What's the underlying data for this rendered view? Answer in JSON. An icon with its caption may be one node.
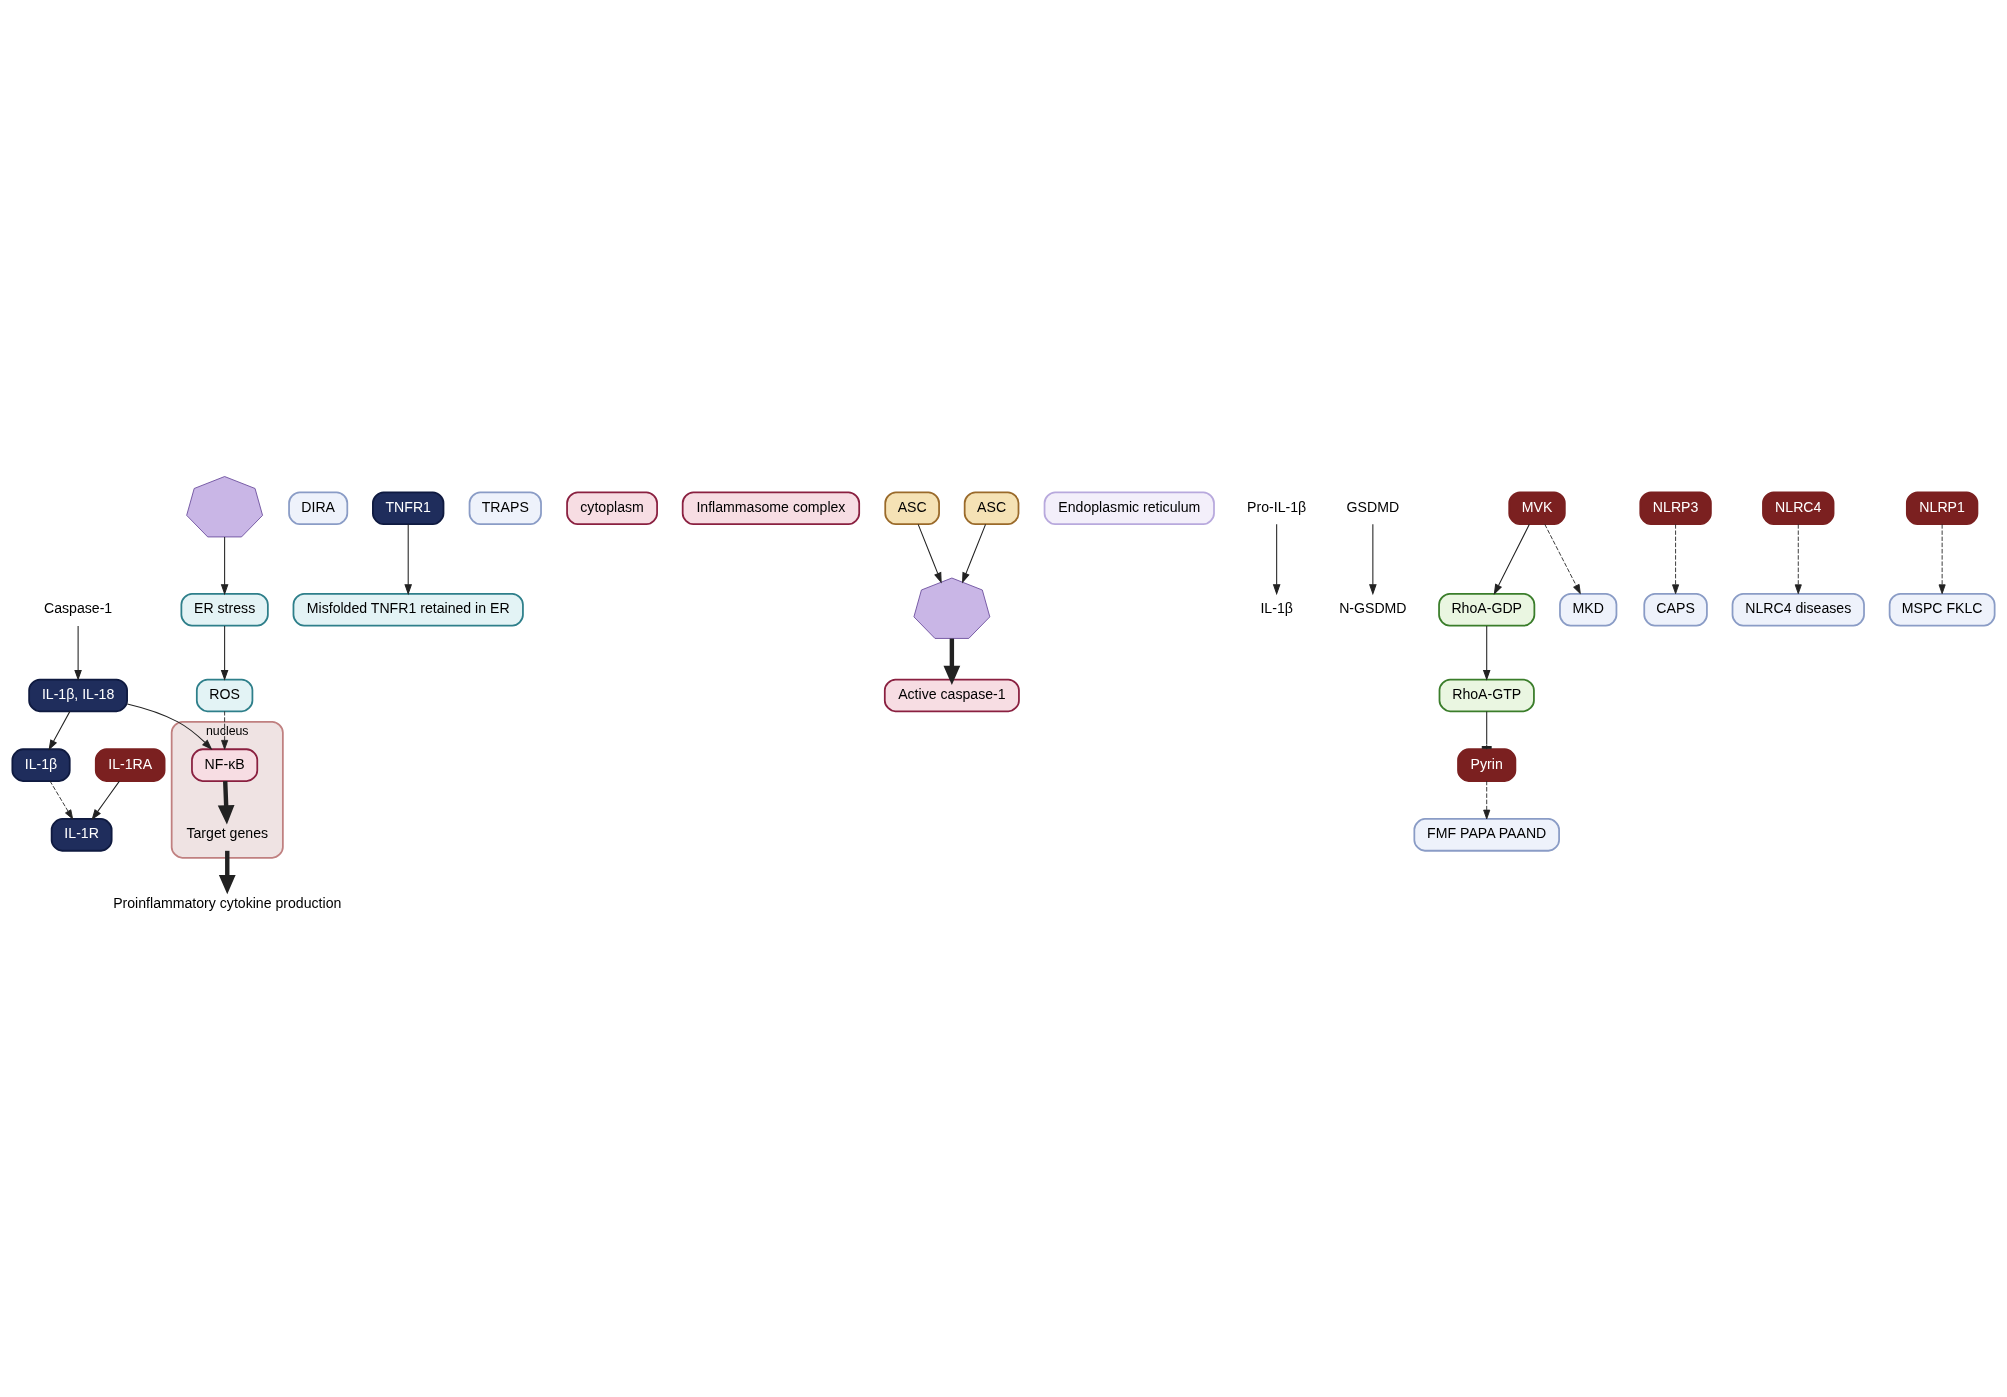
{
  "diagram": {
    "nodes": [
      {
        "text": [
          "IL-1RA"
        ]
      },
      {
        "text": [
          "DIRA"
        ]
      },
      {
        "text": [
          "IL-1R"
        ]
      },
      {
        "text": [
          "TNFR1"
        ]
      },
      {
        "text": [
          "TRAPS"
        ]
      },
      {
        "text": [
          "cytoplasm"
        ]
      },
      {
        "text": [
          "Inflammasome complex"
        ]
      },
      {
        "text": [],
        "shape": "picture"
      },
      {
        "text": [
          "Active caspase-1"
        ]
      },
      {
        "text": [
          "Misfolded TNFR1 retained in ER"
        ]
      },
      {
        "text": [],
        "shape": "picture"
      },
      {
        "text": [
          "Endoplasmic reticulum"
        ]
      },
      {
        "text": [
          "IL-1β"
        ]
      },
      {
        "text": [
          "Pro-IL-1β"
        ]
      },
      {
        "text": [
          "Caspase-1"
        ]
      },
      {
        "text": [
          "N-GSDMD"
        ]
      },
      {
        "text": [
          "GSDMD"
        ]
      },
      {
        "text": [
          "ASC"
        ]
      },
      {
        "text": [
          "Pyrin"
        ]
      },
      {
        "text": [
          "ASC"
        ]
      },
      {
        "text": [
          "NLRP3"
        ]
      },
      {
        "text": [
          "NLRC4"
        ]
      },
      {
        "text": [
          "NLRP1"
        ]
      },
      {
        "text": [
          "FMF PAPA PAAND"
        ]
      },
      {
        "text": [
          "CAPS"
        ]
      },
      {
        "text": [
          "NLRC4 diseases"
        ]
      },
      {
        "text": [
          "MSPC FKLC"
        ]
      },
      {
        "text": [
          "IL-1β, IL-18"
        ]
      },
      {
        "text": [
          "IL-1β"
        ]
      },
      {
        "text": [
          "ER stress"
        ]
      },
      {
        "text": [
          "ROS"
        ]
      },
      {
        "text": [
          "RhoA-GTP"
        ]
      },
      {
        "text": [
          "RhoA-GDP"
        ]
      },
      {
        "text": [
          "MVK"
        ]
      },
      {
        "text": [
          "MKD"
        ]
      },
      {
        "text": [
          "nucleus"
        ]
      },
      {
        "text": [
          "NF-κB"
        ],
        "in": 35
      },
      {
        "text": [
          "Target genes"
        ],
        "in": 35
      },
      {
        "text": [
          "Proinflammatory cytokine production"
        ]
      }
    ],
    "edges": [
      {
        "from": 0,
        "to": 2,
        "arrow": "to"
      },
      {
        "from": 28,
        "to": 2,
        "arrow": "to",
        "style": "dashed"
      },
      {
        "from": 3,
        "to": 9,
        "arrow": "to"
      },
      {
        "from": 10,
        "to": 29,
        "arrow": "to"
      },
      {
        "from": 29,
        "to": 30,
        "arrow": "to"
      },
      {
        "from": 30,
        "to": 36,
        "arrow": "to",
        "style": "dashed"
      },
      {
        "from": 17,
        "to": 7,
        "arrow": "to"
      },
      {
        "from": 19,
        "to": 7,
        "arrow": "to"
      },
      {
        "from": 7,
        "to": 8,
        "arrow": "to",
        "style": "thick"
      },
      {
        "from": 13,
        "to": 12,
        "arrow": "to"
      },
      {
        "from": 16,
        "to": 15,
        "arrow": "to"
      },
      {
        "from": 14,
        "to": 27,
        "arrow": "to"
      },
      {
        "from": 27,
        "to": 28,
        "arrow": "to"
      },
      {
        "from": 27,
        "to": 36,
        "arrow": "to"
      },
      {
        "from": 36,
        "to": 37,
        "arrow": "to",
        "style": "thick"
      },
      {
        "from": 37,
        "to": 38,
        "arrow": "to",
        "style": "thick"
      },
      {
        "from": 18,
        "to": 23,
        "arrow": "to",
        "style": "dashed"
      },
      {
        "from": 20,
        "to": 24,
        "arrow": "to",
        "style": "dashed"
      },
      {
        "from": 21,
        "to": 25,
        "arrow": "to",
        "style": "dashed"
      },
      {
        "from": 22,
        "to": 26,
        "arrow": "to",
        "style": "dashed"
      },
      {
        "from": 31,
        "to": 18,
        "arrow": "other"
      },
      {
        "from": 33,
        "to": 32,
        "arrow": "to"
      },
      {
        "from": 32,
        "to": 31,
        "arrow": "to"
      },
      {
        "from": 33,
        "to": 34,
        "arrow": "to",
        "style": "dashed"
      }
    ]
  }
}
